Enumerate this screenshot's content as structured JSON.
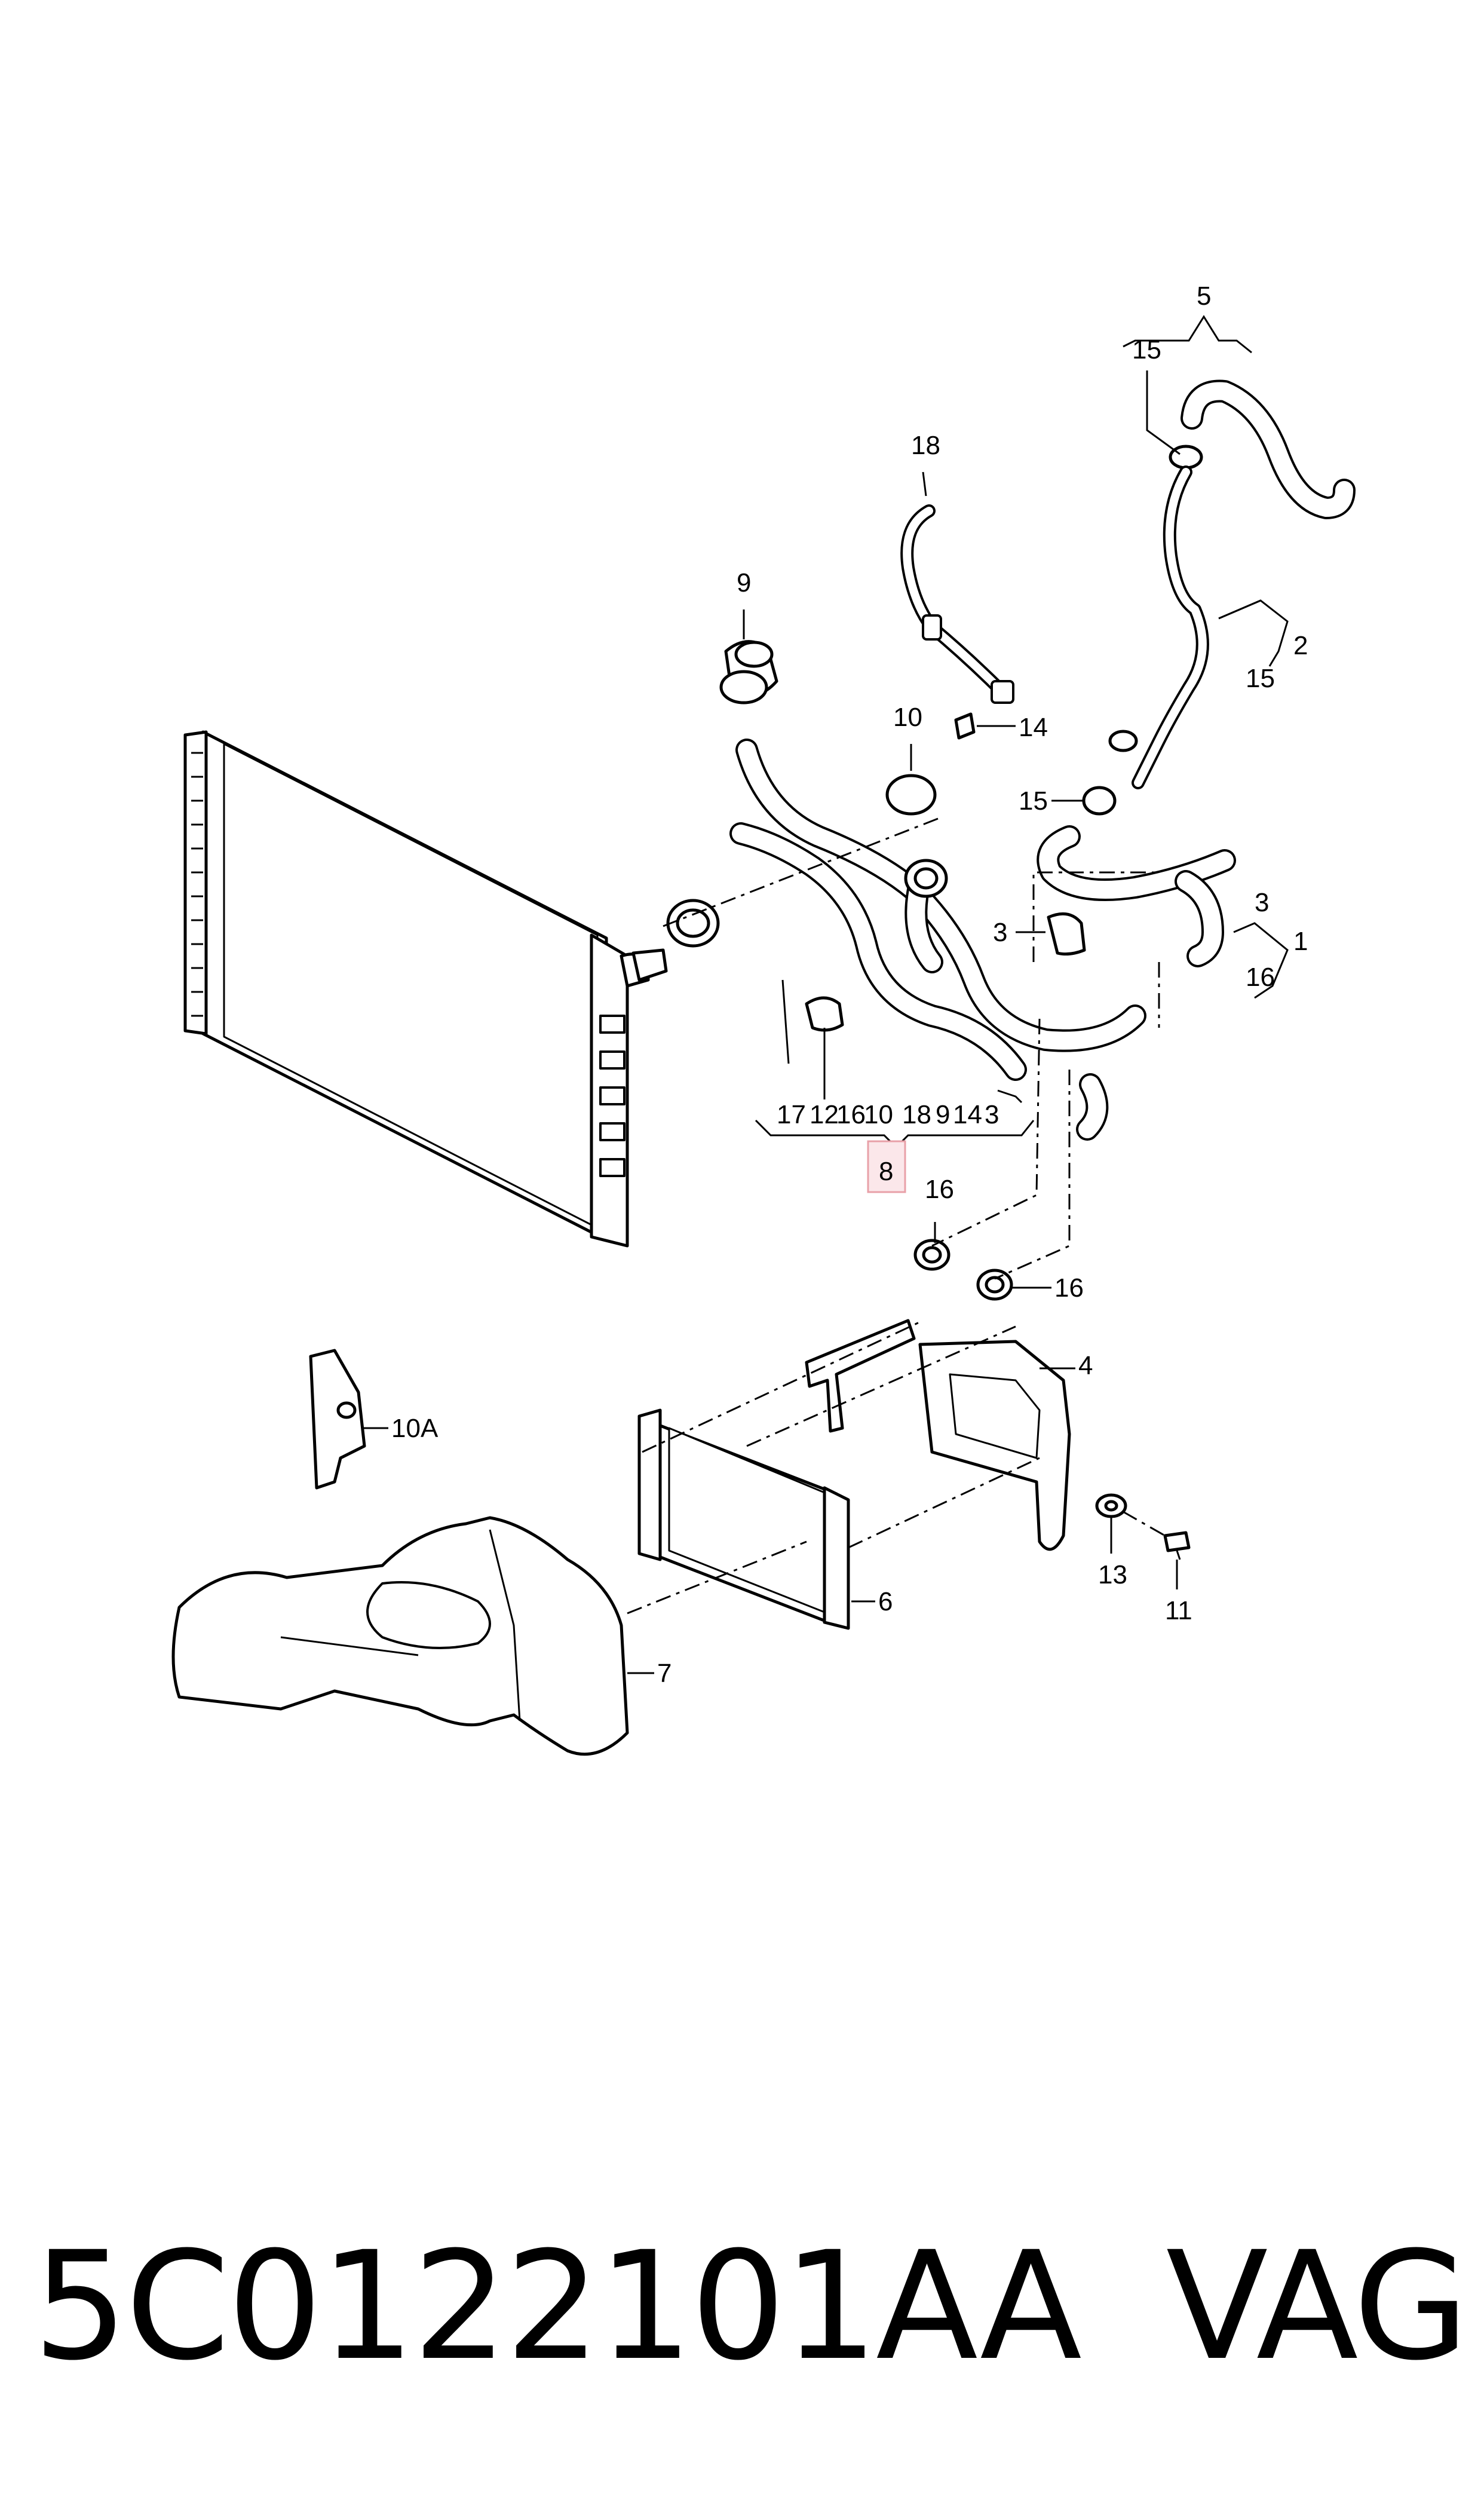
{
  "callouts": {
    "c5": "5",
    "c15a": "15",
    "c18": "18",
    "c9": "9",
    "c2": "2",
    "c15b": "15",
    "c10": "10",
    "c14": "14",
    "c15c": "15",
    "c3a": "3",
    "c1": "1",
    "c16a": "16",
    "c3b": "3",
    "g17": "17",
    "g12": "12",
    "g16": "16",
    "g10": "10",
    "g18": "18",
    "g9": "9",
    "g14": "14",
    "g3": "3",
    "c8": "8",
    "c16b": "16",
    "c16c": "16",
    "c4": "4",
    "c10A": "10A",
    "c6": "6",
    "c13": "13",
    "c11": "11",
    "c7": "7"
  },
  "highlight_color": "#e8a0a8",
  "footer": {
    "part_number": "5C0122101AA",
    "brand": "VAG"
  }
}
